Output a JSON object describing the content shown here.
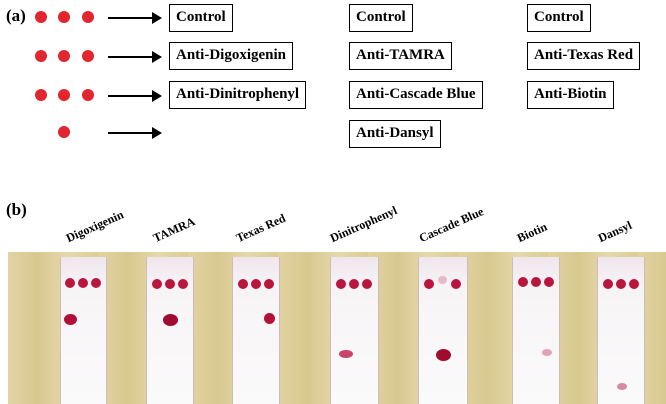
{
  "panel_a": {
    "label": "(a)",
    "row_dot_color": "#e3262e",
    "rows": [
      {
        "dots": 3,
        "boxes": [
          "Control",
          "Control",
          "Control"
        ]
      },
      {
        "dots": 3,
        "boxes": [
          "Anti-Digoxigenin",
          "Anti-TAMRA",
          "Anti-Texas Red"
        ]
      },
      {
        "dots": 3,
        "boxes": [
          "Anti-Dinitrophenyl",
          "Anti-Cascade Blue",
          "Anti-Biotin"
        ]
      },
      {
        "dots": 1,
        "boxes": [
          "",
          "Anti-Dansyl",
          ""
        ]
      }
    ]
  },
  "panel_b": {
    "label": "(b)",
    "columns": [
      "Digoxigenin",
      "TAMRA",
      "Texas Red",
      "Dinitrophenyl",
      "Cascade Blue",
      "Biotin",
      "Dansyl"
    ],
    "spot_color": "#b8163f",
    "background_color": "#e0d09c"
  }
}
